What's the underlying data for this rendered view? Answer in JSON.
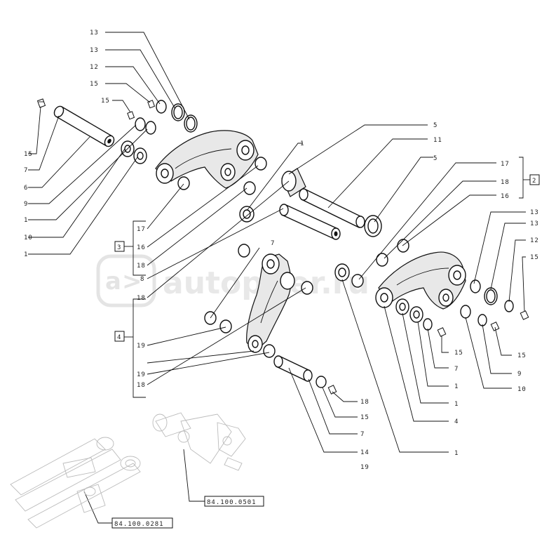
{
  "watermark": {
    "text": "autopiter.ru",
    "logo": "a>"
  },
  "callouts": {
    "c13a": "13",
    "c13b": "13",
    "c12a": "12",
    "c15a": "15",
    "c15b": "15",
    "c15c": "15",
    "c7a": "7",
    "c6a": "6",
    "c9a": "9",
    "c1a": "1",
    "c10a": "10",
    "c1b": "1",
    "c17a": "17",
    "c16a": "16",
    "c18a": "18",
    "c8a": "8",
    "c18b": "18",
    "c19a": "19",
    "c19b": "19",
    "c18c": "18",
    "c1c": "1",
    "c7b": "7",
    "c5a": "5",
    "c11a": "11",
    "c5b": "5",
    "c17b": "17",
    "c18d": "18",
    "c16b": "16",
    "c13c": "13",
    "c13d": "13",
    "c12b": "12",
    "c15d": "15",
    "c15e": "15",
    "c15f": "15",
    "c7c": "7",
    "c1d": "1",
    "c1e": "1",
    "c4a": "4",
    "c9b": "9",
    "c10b": "10",
    "c18e": "18",
    "c15g": "15",
    "c7d": "7",
    "c14a": "14",
    "c19c": "19",
    "c1f": "1"
  },
  "group_boxes": {
    "box3": "3",
    "box2": "2",
    "box4": "4"
  },
  "references": {
    "ref1": "84.100.0281",
    "ref2": "84.100.0501"
  }
}
